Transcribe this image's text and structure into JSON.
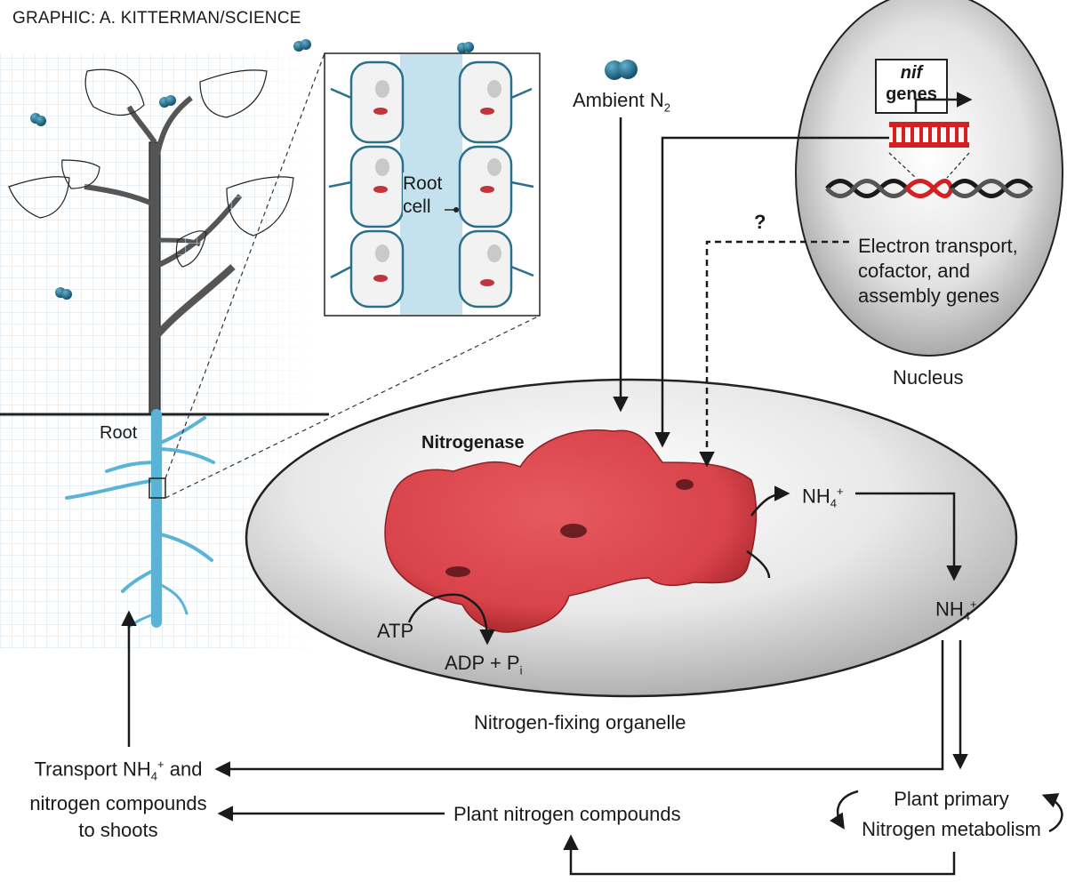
{
  "credit": "GRAPHIC: A. KITTERMAN/SCIENCE",
  "labels": {
    "ambient": "Ambient N",
    "ambient_sub": "2",
    "nif_italic": "nif",
    "nif_genes": "genes",
    "question": "?",
    "electron_1": "Electron transport,",
    "electron_2": "cofactor, and",
    "electron_3": "assembly genes",
    "nucleus": "Nucleus",
    "root_cell_1": "Root",
    "root_cell_2": "cell",
    "root": "Root",
    "nitrogenase": "Nitrogenase",
    "nh4_org": "NH",
    "nh4_out": "NH",
    "nh_sub": "4",
    "nh_sup": "+",
    "atp": "ATP",
    "adp": "ADP + P",
    "adp_sub": "i",
    "organelle": "Nitrogen-fixing organelle",
    "transport_1a": "Transport NH",
    "transport_1b": " and",
    "transport_2": "nitrogen compounds",
    "transport_3": "to shoots",
    "plant_compounds": "Plant nitrogen compounds",
    "primary_1": "Plant primary",
    "primary_2": "Nitrogen metabolism"
  },
  "colors": {
    "nitrogenase_red": "#d9434a",
    "n2_molecule": "#1f6e8c",
    "root_blue": "#5ab4d6",
    "grid_blue": "#cfe3ef",
    "gene_red": "#d42020"
  }
}
